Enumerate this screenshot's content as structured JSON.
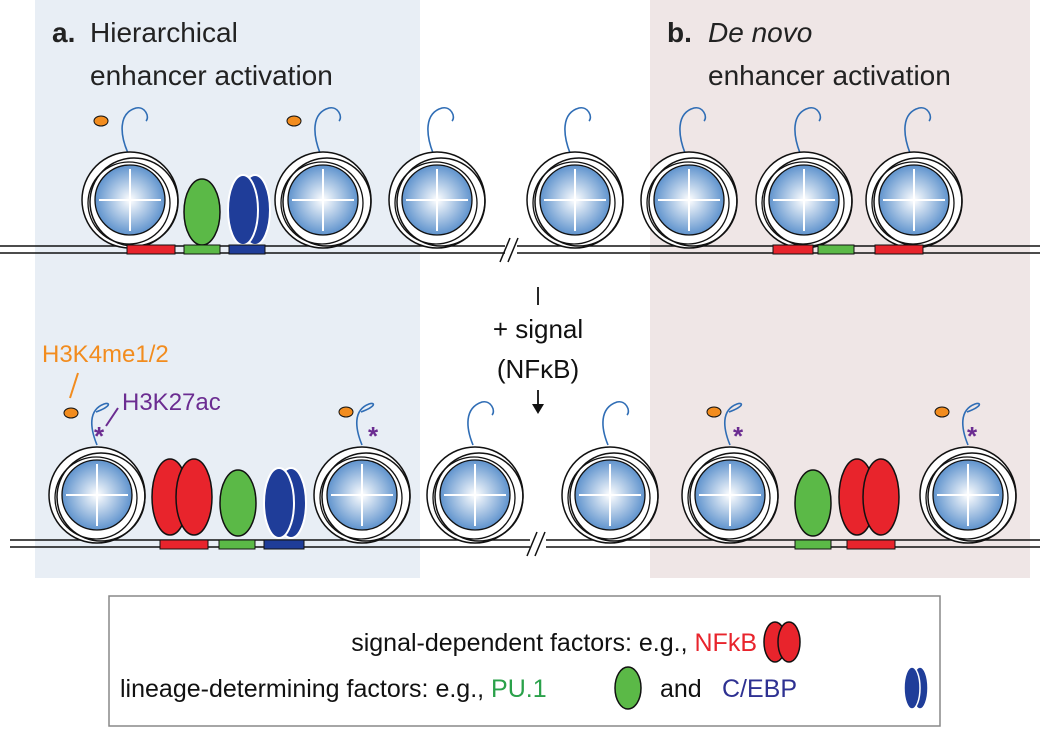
{
  "panels": {
    "a": {
      "letter": "a.",
      "title_line1": "Hierarchical",
      "title_line2": "enhancer activation",
      "bg_color": "#e8eef5"
    },
    "b": {
      "letter": "b.",
      "title_line1": "De novo",
      "title_line2": "enhancer activation",
      "bg_color": "#efe6e6"
    }
  },
  "signal": {
    "line1": "+ signal",
    "line2": "(NFκB)"
  },
  "marks": {
    "h3k4": "H3K4me1/2",
    "h3k27": "H3K27ac",
    "asterisk": "*"
  },
  "legend": {
    "row1_prefix": "signal-dependent factors: e.g., ",
    "row1_factor": "NFkB",
    "row2_prefix": "lineage-determining factors: e.g., ",
    "row2_factor1": "PU.1",
    "row2_and": "and",
    "row2_factor2": "C/EBP"
  },
  "colors": {
    "nfkb_red": "#e8242c",
    "pu1_green": "#5bb947",
    "cebp_blue": "#1f3d99",
    "h3k4_orange": "#f28c1e",
    "h3k27_purple": "#6b2c91",
    "histone_tail": "#2f6db5",
    "nucleosome_light": "#e4effb",
    "nucleosome_dark": "#4f88c8"
  },
  "icons": {
    "nucleosome": "nucleosome-icon",
    "histone_tail": "histone-tail-icon",
    "methyl_mark": "methyl-mark-icon",
    "acetyl_mark": "acetyl-mark-icon",
    "nfkb_dimer": "nfkb-dimer-icon",
    "pu1": "pu1-oval-icon",
    "cebp_dimer": "cebp-dimer-icon",
    "dna_break": "dna-break-icon"
  }
}
